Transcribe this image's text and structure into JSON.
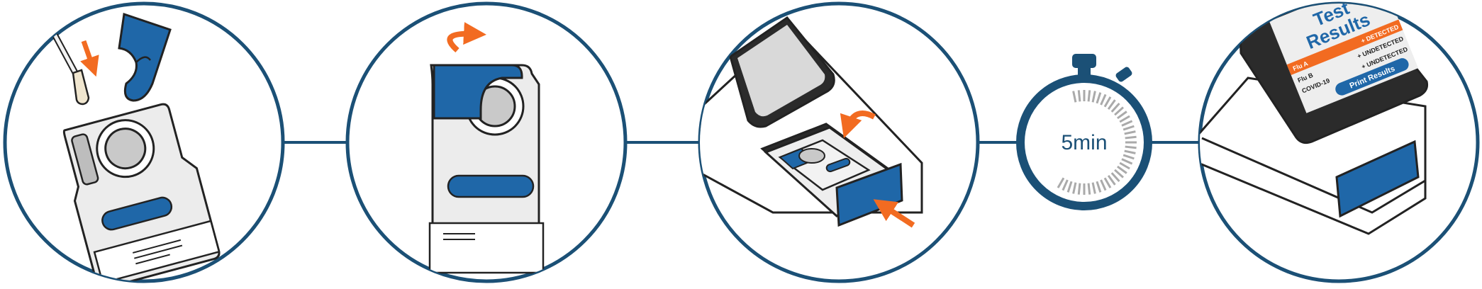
{
  "steps": [
    {
      "id": "step-1-insert-swab"
    },
    {
      "id": "step-2-close-cap"
    },
    {
      "id": "step-3-insert-cartridge"
    },
    {
      "id": "step-4-wait",
      "timer_label": "5min"
    },
    {
      "id": "step-5-read-results"
    }
  ],
  "results_screen": {
    "title_line1": "Test",
    "title_line2": "Results",
    "rows": [
      {
        "name": "Flu A",
        "result": "+ DETECTED"
      },
      {
        "name": "Flu B",
        "result": "+ UNDETECTED"
      },
      {
        "name": "COVID-19",
        "result": "+ UNDETECTED"
      }
    ],
    "print_button": "Print Results"
  },
  "colors": {
    "outline": "#1b5076",
    "device_blue": "#1f67a8",
    "arrow_orange": "#f26b21",
    "device_gray": "#ececec",
    "dark": "#222222"
  }
}
